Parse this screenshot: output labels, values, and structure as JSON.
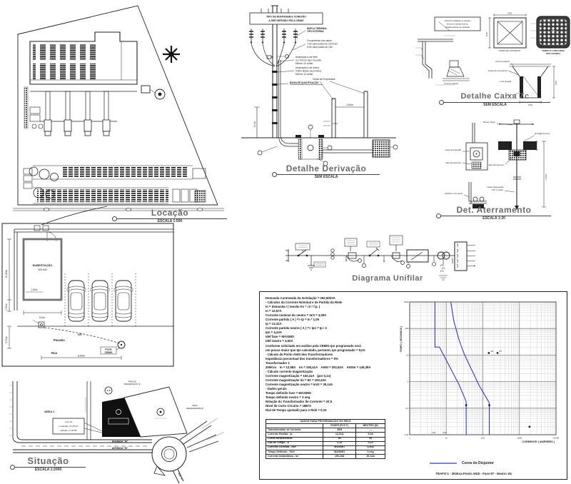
{
  "drawing": {
    "ink": "#222222",
    "gray": "#9a9a9a",
    "blue": "#3535cf"
  },
  "locacao": {
    "title": "Locação",
    "scale": "ESCALA 1:500"
  },
  "substation": {
    "room_line1": "SUBESTAÇÃO",
    "room_line2": "300 kVA",
    "dim_6m": "6,00m",
    "dim_150a": "1,50m",
    "dim_150b": "1,50m",
    "dim_5m": "5,0m",
    "dim_370": "3,70m",
    "dim_8m": "8,00m",
    "passeio": "Passeio",
    "rua": "Rua",
    "poste_l1": "Poste",
    "poste_l2": "CEMIG",
    "duct": "Ø80"
  },
  "situacao": {
    "title": "Situação",
    "scale": "ESCALA 1:2000",
    "avenida_top": "AVENIDA \"B\"",
    "avenida_bottom": "AVENIDA \"B\"",
    "rua_a": "RUA \"A\"",
    "area1": "ÁREA 1",
    "area_preserv_l1": "ÁREA DE",
    "area_preserv_l2": "PRESERVAÇÃO III",
    "area_reman_l1": "ÁREA",
    "area_reman_l2": "REMANESCENTE",
    "area_vendida": "ÁREA VENDIDA",
    "parcel_mark": "G",
    "callout_l1": "Lote 02",
    "callout_l2": "Longitude: W 46°41'",
    "callout_l3": "Latitude: S 18°55'"
  },
  "derivacao": {
    "title": "Detalhe Derivação",
    "scale": "SEM ESCALA",
    "box_l1": "TIPO DE MONTAGEM E CONEXÃO",
    "box_l2": "A SER DEFINIDO PELA CEMIG",
    "mufla_l1": "MUFLA TERMINAL",
    "mufla_l2": "TIPO EXTERNA",
    "cabos_l1": "Comprimento dos cabos:",
    "cabos_l2": "7,0m para postes de 11m/12m",
    "cabos_l3": "8,0m para postes de 13m",
    "amar1_l1": "Amarração a ser feita",
    "amar1_l2": "a 1,70m do topo do poste.",
    "amar1_l3": "Mínimo 10 voltas",
    "amar2_l1": "Amarração a ser feita a",
    "amar2_l2": "0,50m abaixo da primeira.",
    "amar2_l3": "Mínimo 10 voltas",
    "baixa": "BAIXA DE QUALIFICAÇÃO",
    "dim6": "6,0m",
    "dim150": "1,50m",
    "dim010": "0,10m",
    "divisa": "Divisa de Propriedade"
  },
  "caixa_zc": {
    "title": "Detalhe Caixa Zc",
    "scale": "SEM ESCALA",
    "note_l1": "Caixa Zc instalada no passeio",
    "note_l2": "será com tampa interna,",
    "note_l3": "fixação através de cadeado",
    "dim060a": "0,60",
    "dim060b": "0,60",
    "dim060c": "0,60",
    "dim080": "0,80",
    "tampa_sq": "TAMPA DE CONCRETO",
    "grate_l1": "TAMPA ZC COM FUROS",
    "grate_l2": "TIPO COLMEIA",
    "nivel": "nível do passeio",
    "nivel2": "nível do passeio",
    "tampa_zc": "tampa de concreto Zc",
    "brita": "brita nº 1",
    "terra": "terra socada"
  },
  "aterramento": {
    "title": "Det. Aterramento",
    "scale": "ESCALA 1:20",
    "fita": "fita aço Nylon",
    "armacao": "armação de ferro",
    "caixa": "caixa de inspeção",
    "cabo": "cabo aterramento",
    "parafuso": "parafuso com porca",
    "haste_l1": "haste Copperweld",
    "haste_l2": "5/8\" x 2,40m",
    "dim240": "2,40m",
    "dim030": "0,30"
  },
  "unifilar": {
    "title": "Diagrama Unifilar",
    "painel": "QGBT"
  },
  "calc": {
    "lines": [
      "Demanda Contratada da Instalação = 292,50kVA",
      "- Cálculos da Corrente Nominal e de Partida da Rede",
      "In = demanda / ( tensão Kv * √3 * f.p. )",
      "In = 12,67A",
      "Corrente nominal do neutro = In/3 = 4,09A",
      "Corrente partida ( A ) => Ip = In * 1,05",
      "Ip = 13,31A",
      "Corrente partida neutro ( A ) => Ipn = Ip / 3",
      "Ipn = 4,43A",
      "Idef fase = MÁXIMO",
      "Idef neutro = 4,50A",
      "Conforme solicitado em análise pela CEMIG Ipn programado será",
      "um pouco maior que Ipn calculado, portanto, Ipn programado = 9,0A",
      "- Cálculo de Ponto ANSI dos Transformadores",
      "Impedância percentual dos transformadores = 5%",
      "Transformador 1",
      "300Kva    In = 12,58A    Im = 150,41A    ANSI = 251,62A    ANSIn = 145,39A",
      "- Cálculo corrente magnetização",
      "Corrente magnetização = 150,41A   (por 0,1s)",
      "Corrente magnetização Im = 8X = 100,43A",
      "Corrente magnetização neutro = Im/3 = 35,14A",
      "- Dados gerais",
      "Tempo definido fase = MÁXIMO",
      "Tempo definido neutro = 3 seg",
      "Relação do Transformador de Corrente = 20:5",
      "Nível de Curto Circuito = 1887A",
      "Dial de Tempo ajustado para o Relé = 0,10"
    ],
    "table": {
      "title": "DADOS PARA PROGRAMAÇÃO DO RELÉ",
      "cols": [
        "FASES (R-S-T)",
        "NEUTRO (N)"
      ],
      "rows": [
        [
          "Transformador de Corrente",
          "20/5",
          "—"
        ],
        [
          "Corrente Partida - Ip",
          "13,31A",
          "9,0A"
        ],
        [
          "Curva característica",
          "NI",
          "NI"
        ],
        [
          "Dial de Tempo - A",
          "0,10",
          "0,10"
        ],
        [
          "Corrente Definida - Idef",
          "MÁXIMO",
          "4,50A"
        ],
        [
          "Tempo Definido - Tdef",
          "MÁXIMO",
          "3 seg"
        ],
        [
          "Corrente Instantânea - Im",
          "150,43A",
          "35,14A"
        ]
      ]
    },
    "legend": "Curva do Disjuntor",
    "footer": "TRAFO:1  -  300Kva      Ponto ANSI   -  Fase   5T   -  Neutro   1N."
  },
  "chart_data": {
    "type": "line",
    "title": "Curva do Disjuntor",
    "xlabel": "CORRENTE ( AMPERES )",
    "ylabel": "TEMPO ( SEGUNDOS )",
    "xscale": "log",
    "yscale": "log",
    "xlim": [
      1,
      10000
    ],
    "ylim": [
      0.01,
      1000
    ],
    "grid": true,
    "legend_position": "bottom",
    "series": [
      {
        "name": "Curva do Disjuntor (neutro)",
        "color": "#3535cf",
        "points": [
          [
            4.9,
            1000
          ],
          [
            4.9,
            20
          ],
          [
            6.5,
            20
          ],
          [
            22,
            0.8
          ],
          [
            35,
            0.18
          ],
          [
            35.14,
            0.01
          ]
        ]
      },
      {
        "name": "Curva do Disjuntor (fase)",
        "color": "#3535cf",
        "points": [
          [
            13.3,
            1000
          ],
          [
            16,
            200
          ],
          [
            22,
            40
          ],
          [
            30,
            12
          ],
          [
            80,
            0.7
          ],
          [
            150,
            0.16
          ],
          [
            150.43,
            0.01
          ]
        ]
      }
    ],
    "markers": [
      {
        "label": "1N",
        "x": 145.39,
        "y": 12
      },
      {
        "label": "5T",
        "x": 251.62,
        "y": 12
      },
      {
        "label": "",
        "x": 35,
        "y": 0.13
      },
      {
        "label": "",
        "x": 150,
        "y": 0.13
      },
      {
        "label": "",
        "x": 1887,
        "y": 0.02
      }
    ],
    "x_annotations": [
      {
        "x": 4.5,
        "label": "4,5A"
      },
      {
        "x": 9,
        "label": "9,0A"
      }
    ],
    "x_ticks": [
      "1",
      "10",
      "100",
      "1000",
      "10000"
    ],
    "y_ticks": [
      "1000",
      "100",
      "10",
      "1",
      "0,1",
      "0,01"
    ]
  }
}
